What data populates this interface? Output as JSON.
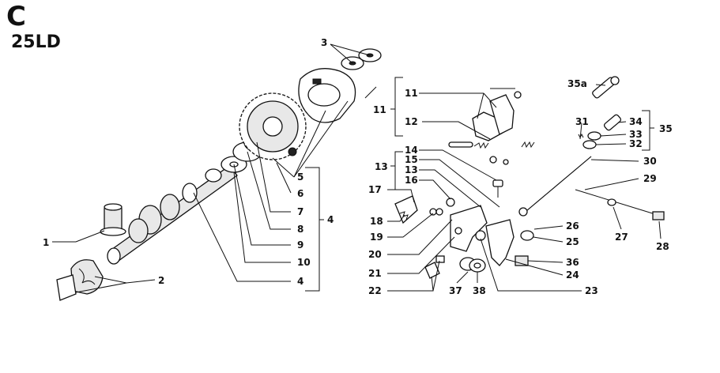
{
  "header": {
    "section_letter": "C",
    "model": "25LD"
  },
  "callouts": [
    "1",
    "2",
    "3",
    "4",
    "5",
    "6",
    "7",
    "8",
    "9",
    "10",
    "11",
    "12",
    "13",
    "14",
    "15",
    "16",
    "17",
    "18",
    "19",
    "20",
    "21",
    "22",
    "23",
    "24",
    "25",
    "26",
    "27",
    "28",
    "29",
    "30",
    "31",
    "32",
    "33",
    "34",
    "35",
    "35a",
    "36",
    "37",
    "38"
  ],
  "brackets": {
    "group_4": "4",
    "group_11": "11",
    "group_13": "13",
    "group_35": "35"
  }
}
